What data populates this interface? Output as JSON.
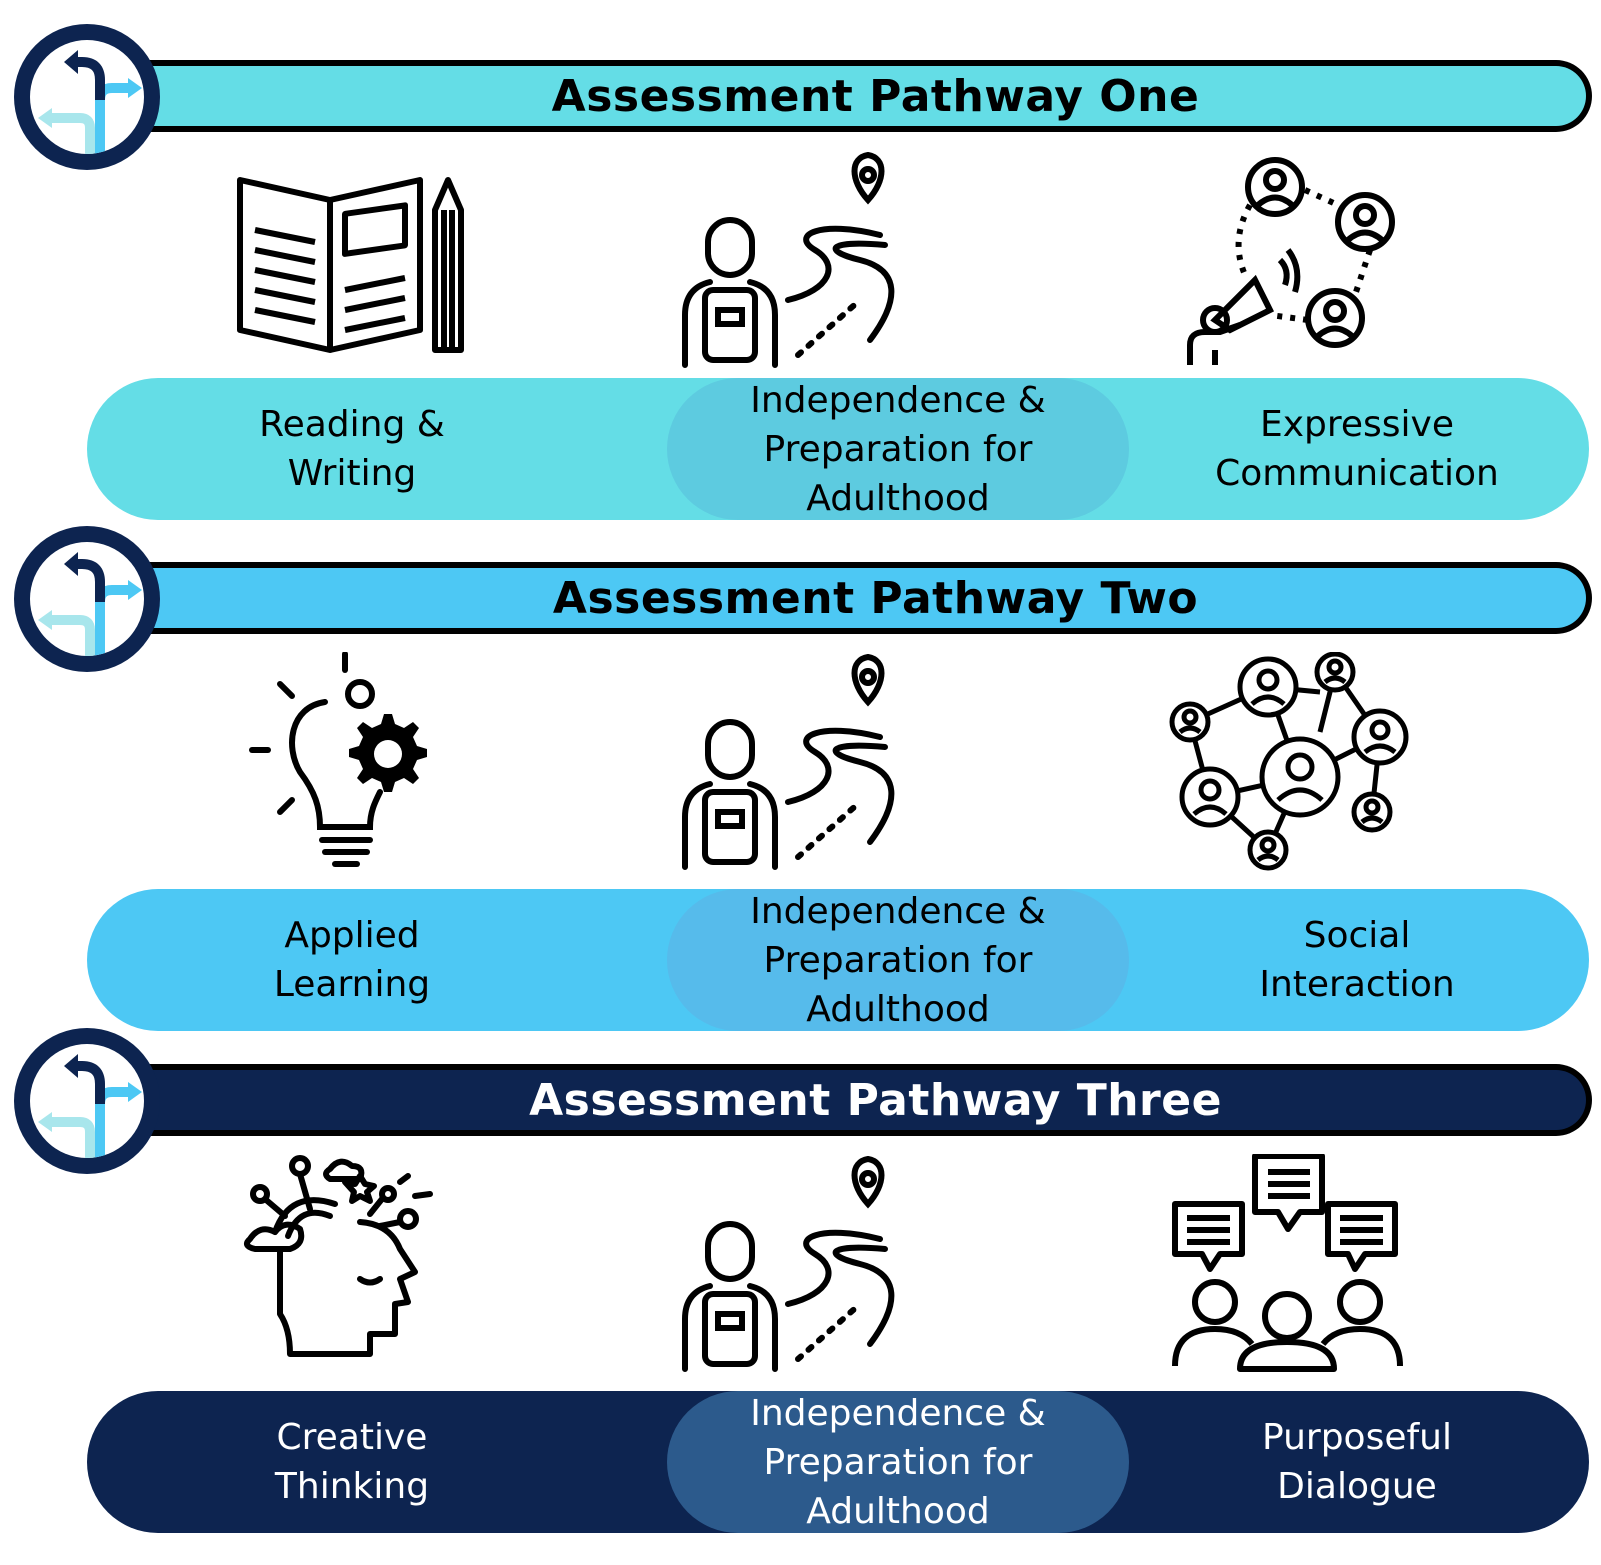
{
  "colors": {
    "pathway_one": "#64dde6",
    "pathway_one_center": "#5dcbe0",
    "pathway_two": "#4dc8f4",
    "pathway_two_center": "#56bbeb",
    "pathway_three": "#0d2450",
    "pathway_three_center": "#2c5a8c",
    "outline": "#000000",
    "badge_ring": "#0d2450"
  },
  "pathways": [
    {
      "title": "Assessment Pathway One",
      "icons": [
        "book-pencil-icon",
        "person-road-location-icon",
        "megaphone-network-icon"
      ],
      "labels": [
        "Reading &\nWriting",
        "Independence &\nPreparation for\nAdulthood",
        "Expressive\nCommunication"
      ]
    },
    {
      "title": "Assessment Pathway Two",
      "icons": [
        "lightbulb-gears-icon",
        "person-road-location-icon",
        "people-network-icon"
      ],
      "labels": [
        "Applied\nLearning",
        "Independence &\nPreparation for\nAdulthood",
        "Social\nInteraction"
      ]
    },
    {
      "title": "Assessment Pathway Three",
      "icons": [
        "creative-head-icon",
        "person-road-location-icon",
        "group-chat-icon"
      ],
      "labels": [
        "Creative\nThinking",
        "Independence &\nPreparation for\nAdulthood",
        "Purposeful\nDialogue"
      ]
    }
  ]
}
